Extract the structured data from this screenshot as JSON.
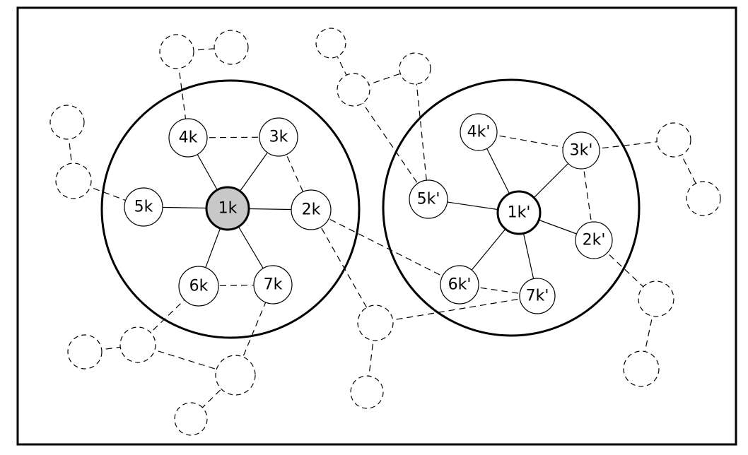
{
  "colors": {
    "stroke": "#000000",
    "node_fill": "#ffffff",
    "main_node_fill": "#c8c8c8",
    "background": "#ffffff"
  },
  "nodes": {
    "k1": "1k",
    "k2": "2k",
    "k3": "3k",
    "k4": "4k",
    "k5": "5k",
    "k6": "6k",
    "k7": "7k",
    "p1": "1k'",
    "p2": "2k'",
    "p3": "3k'",
    "p4": "4k'",
    "p5": "5k'",
    "p6": "6k'",
    "p7": "7k'"
  }
}
